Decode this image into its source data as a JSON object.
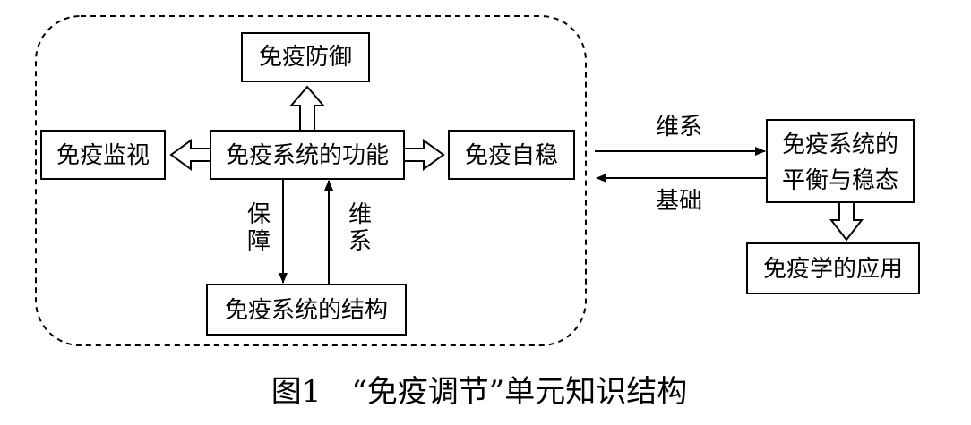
{
  "nodes": {
    "defense": "免疫防御",
    "surveillance": "免疫监视",
    "function": "免疫系统的功能",
    "homeostasis": "免疫自稳",
    "structure": "免疫系统的结构",
    "balance_line1": "免疫系统的",
    "balance_line2": "平衡与稳态",
    "application": "免疫学的应用"
  },
  "edges": {
    "maintain_right": "维系",
    "basis_left": "基础",
    "guarantee_v1": "保",
    "guarantee_v2": "障",
    "maintain_v1": "维",
    "maintain_v2": "系"
  },
  "caption": "图1　“免疫调节”单元知识结构"
}
